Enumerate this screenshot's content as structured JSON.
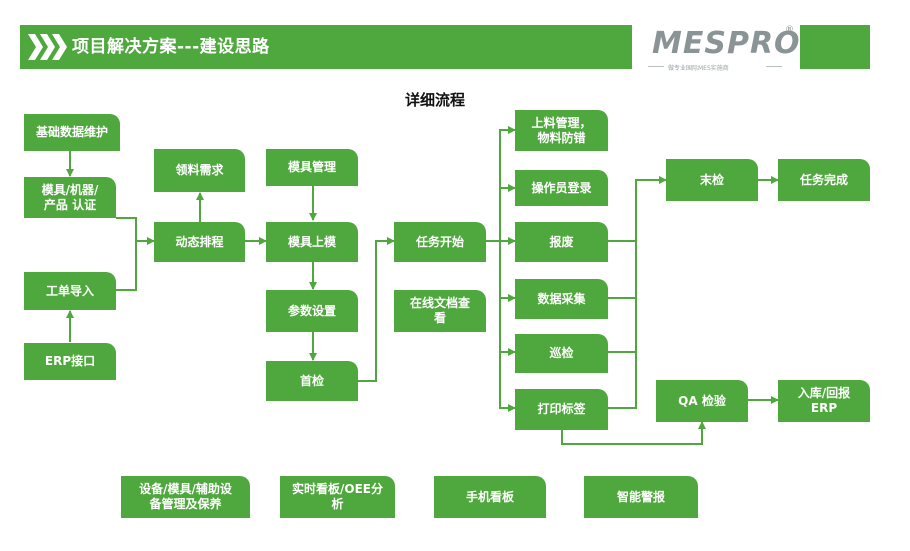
{
  "header": {
    "title": "项目解决方案---建设思路",
    "logo_text": "MESPRO",
    "logo_reg": "®",
    "logo_tagline": "做专业国际MES实施商"
  },
  "flow_title": "详细流程",
  "nodes": {
    "basic_data": "基础数据维护",
    "mold_cert": "模具/机器/\n产品 认证",
    "work_order_import": "工单导入",
    "erp_interface": "ERP接口",
    "material_request": "领料需求",
    "dynamic_schedule": "动态排程",
    "mold_manage": "模具管理",
    "mold_mount": "模具上模",
    "param_setting": "参数设置",
    "first_inspection": "首检",
    "task_start": "任务开始",
    "online_docs": "在线文档查\n看",
    "feeding_manage": "上料管理，\n物料防错",
    "operator_login": "操作员登录",
    "report_work": "报废",
    "data_collect": "数据采集",
    "patrol_inspection": "巡检",
    "print_label": "打印标签",
    "final_inspection": "末检",
    "task_complete": "任务完成",
    "qa_check": "QA 检验",
    "warehouse_erp": "入库/回报\nERP"
  },
  "bottom_modules": [
    "设备/模具/辅助设\n备管理及保养",
    "实时看板/OEE分\n析",
    "手机看板",
    "智能警报"
  ],
  "colors": {
    "accent_green": "#4fa83d",
    "logo_gray": "#8a9396"
  }
}
